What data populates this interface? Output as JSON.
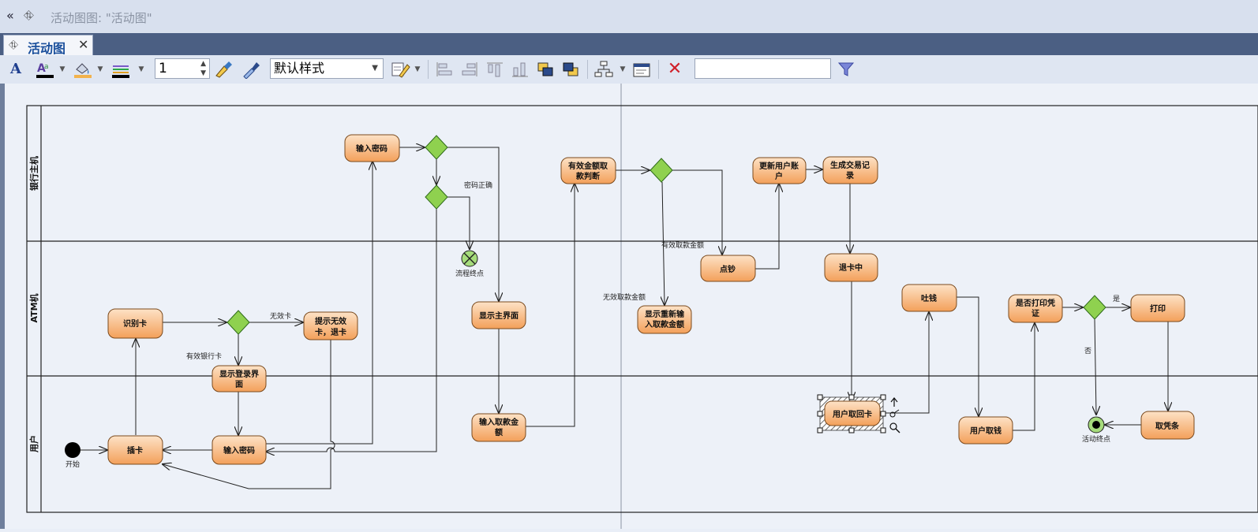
{
  "window": {
    "title": "活动图图: \"活动图\""
  },
  "tab": {
    "label": "活动图"
  },
  "toolbar": {
    "line_width": "1",
    "style_selected": "默认样式",
    "search_value": ""
  },
  "diagram": {
    "lanes": [
      {
        "id": "bank",
        "label": "银行主机"
      },
      {
        "id": "atm",
        "label": "ATM机"
      },
      {
        "id": "user",
        "label": "用户"
      }
    ],
    "nodes": {
      "start_label": "开始",
      "insert_card": "插卡",
      "recognize_card": "识别卡",
      "invalid_card_prompt_1": "提示无效",
      "invalid_card_prompt_2": "卡，退卡",
      "show_login_1": "显示登录界",
      "show_login_2": "面",
      "user_enter_pin": "输入密码",
      "bank_enter_pin": "输入密码",
      "flow_final_label": "流程终点",
      "show_main": "显示主界面",
      "input_amount_1": "输入取款金",
      "input_amount_2": "额",
      "valid_amount_1": "有效金额取",
      "valid_amount_2": "款判断",
      "reinput_amount_1": "显示重新输",
      "reinput_amount_2": "入取款金额",
      "count_cash": "点钞",
      "update_account_1": "更新用户账",
      "update_account_2": "户",
      "gen_record_1": "生成交易记",
      "gen_record_2": "录",
      "eject_card": "退卡中",
      "take_card": "用户取回卡",
      "dispense": "吐钱",
      "take_cash": "用户取钱",
      "print_q_1": "是否打印凭",
      "print_q_2": "证",
      "print": "打印",
      "take_receipt": "取凭条",
      "activity_final_label": "活动终点"
    },
    "edge_labels": {
      "invalid_card": "无效卡",
      "valid_card": "有效银行卡",
      "pin_correct": "密码正确",
      "valid_amount": "有效取款金额",
      "invalid_amount": "无效取款金额",
      "yes": "是",
      "no": "否"
    }
  },
  "colors": {
    "action_fill_top": "#fde0c0",
    "action_fill_bottom": "#f5a25c",
    "decision": "#8fd14f",
    "tab_strip": "#4b5f83"
  }
}
